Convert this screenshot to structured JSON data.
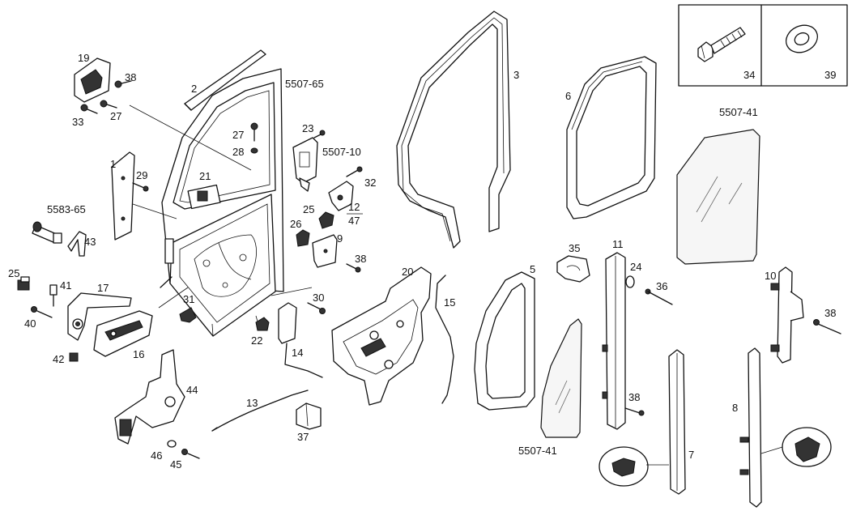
{
  "diagram": {
    "labels": {
      "p1": "1",
      "p2": "2",
      "p3": "3",
      "p5": "5",
      "p6": "6",
      "p7": "7",
      "p8": "8",
      "p9": "9",
      "p10": "10",
      "p11": "11",
      "p12_47": "12",
      "p12_47b": "47",
      "p13": "13",
      "p14": "14",
      "p15": "15",
      "p16": "16",
      "p17": "17",
      "p19": "19",
      "p20": "20",
      "p21": "21",
      "p22": "22",
      "p23": "23",
      "p24": "24",
      "p25a": "25",
      "p25b": "25",
      "p26": "26",
      "p27a": "27",
      "p27b": "27",
      "p28": "28",
      "p29": "29",
      "p30": "30",
      "p31": "31",
      "p32": "32",
      "p33": "33",
      "p34": "34",
      "p35": "35",
      "p36": "36",
      "p37": "37",
      "p38a": "38",
      "p38b": "38",
      "p38c": "38",
      "p38d": "38",
      "p39": "39",
      "p40": "40",
      "p41": "41",
      "p42": "42",
      "p43": "43",
      "p44": "44",
      "p45": "45",
      "p46": "46",
      "g5507_65": "5507-65",
      "g5507_10": "5507-10",
      "g5583_65": "5583-65",
      "g5507_41a": "5507-41",
      "g5507_41b": "5507-41"
    }
  }
}
